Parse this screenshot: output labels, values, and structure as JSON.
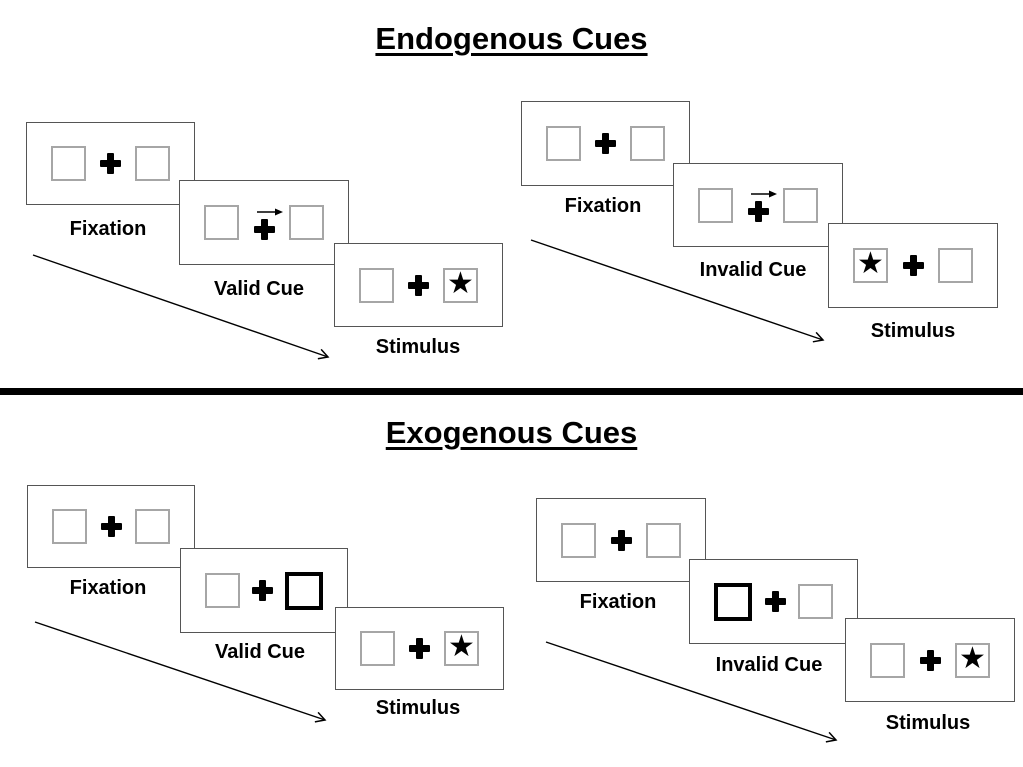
{
  "page": {
    "title_top": "Endogenous Cues",
    "title_bottom": "Exogenous Cues"
  },
  "glyphs": {
    "star": "★",
    "fixation_cross": "+",
    "cue_arrow": "→"
  },
  "colors": {
    "ink": "#000000",
    "background": "#ffffff",
    "square_border": "#a6a6a6",
    "card_border": "#555555"
  },
  "panels": [
    {
      "name": "endogenous-valid-sequence",
      "cards": [
        {
          "label": "Fixation"
        },
        {
          "label": "Valid Cue"
        },
        {
          "label": "Stimulus"
        }
      ]
    },
    {
      "name": "endogenous-invalid-sequence",
      "cards": [
        {
          "label": "Fixation"
        },
        {
          "label": "Invalid Cue"
        },
        {
          "label": "Stimulus"
        }
      ]
    },
    {
      "name": "exogenous-valid-sequence",
      "cards": [
        {
          "label": "Fixation"
        },
        {
          "label": "Valid Cue"
        },
        {
          "label": "Stimulus"
        }
      ]
    },
    {
      "name": "exogenous-invalid-sequence",
      "cards": [
        {
          "label": "Fixation"
        },
        {
          "label": "Invalid Cue"
        },
        {
          "label": "Stimulus"
        }
      ]
    }
  ]
}
